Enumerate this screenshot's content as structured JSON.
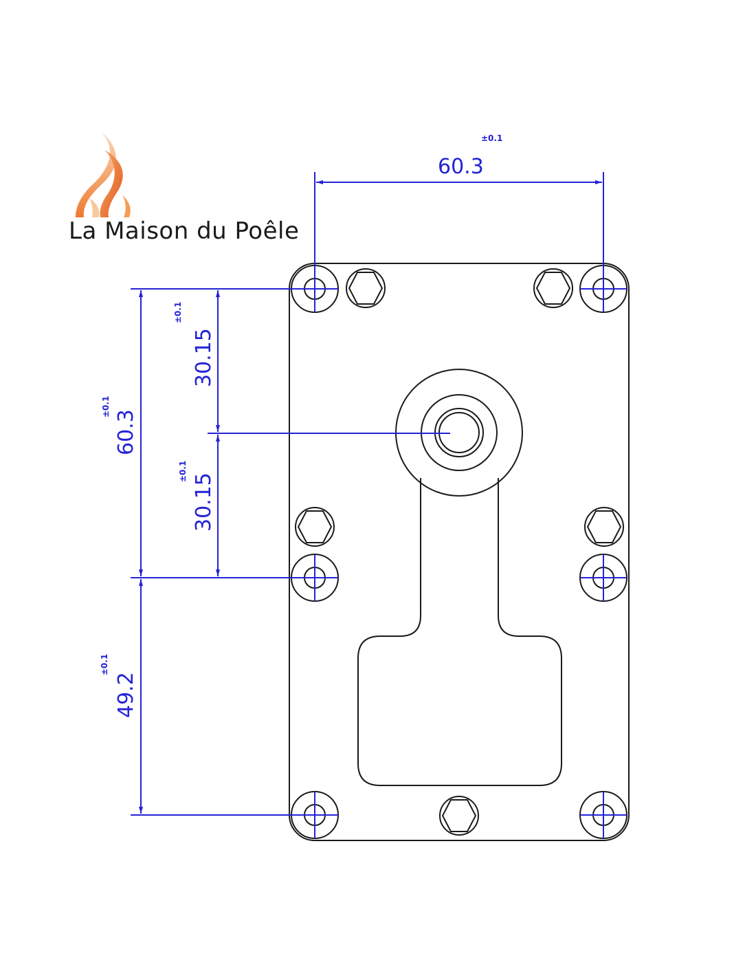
{
  "brand": {
    "name": "La Maison du Poêle",
    "logo_icon": "flame-icon",
    "logo_colors": [
      "#f28c3a",
      "#f6b985",
      "#e8672a"
    ]
  },
  "drawing": {
    "line_color": "#1a1a1a",
    "dimension_color": "#2323d6",
    "dimensions": {
      "top_width": {
        "value": "60.3",
        "tolerance": "±0.1"
      },
      "left_total": {
        "value": "60.3",
        "tolerance": "±0.1"
      },
      "upper_half": {
        "value": "30.15",
        "tolerance": "±0.1"
      },
      "lower_half": {
        "value": "30.15",
        "tolerance": "±0.1"
      },
      "bottom_span": {
        "value": "49.2",
        "tolerance": "±0.1"
      }
    }
  }
}
